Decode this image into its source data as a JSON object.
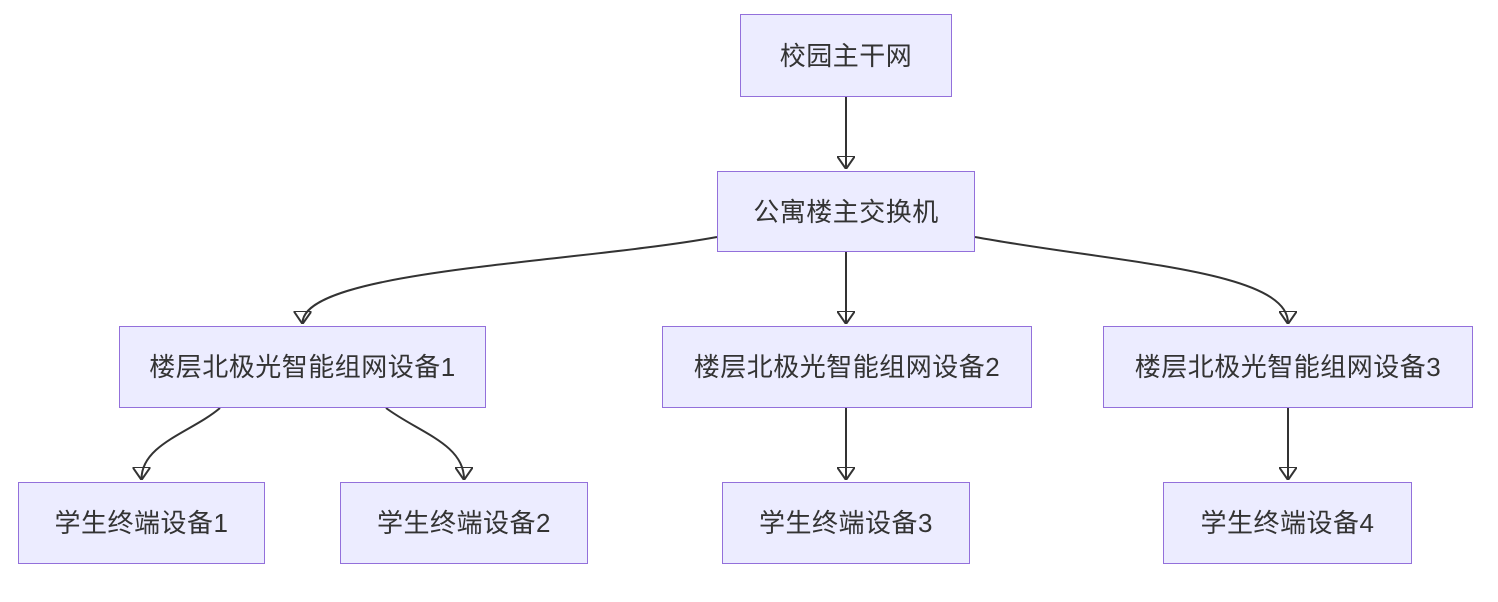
{
  "diagram": {
    "type": "flowchart",
    "direction": "top-down",
    "colors": {
      "node_fill": "#ECECFF",
      "node_border": "#9370DB",
      "edge": "#333333",
      "text": "#333333",
      "background": "#ffffff"
    },
    "nodes": [
      {
        "id": "campus-backbone",
        "label": "校园主干网"
      },
      {
        "id": "main-switch",
        "label": "公寓楼主交换机"
      },
      {
        "id": "floor-device-1",
        "label": "楼层北极光智能组网设备1"
      },
      {
        "id": "floor-device-2",
        "label": "楼层北极光智能组网设备2"
      },
      {
        "id": "floor-device-3",
        "label": "楼层北极光智能组网设备3"
      },
      {
        "id": "student-terminal-1",
        "label": "学生终端设备1"
      },
      {
        "id": "student-terminal-2",
        "label": "学生终端设备2"
      },
      {
        "id": "student-terminal-3",
        "label": "学生终端设备3"
      },
      {
        "id": "student-terminal-4",
        "label": "学生终端设备4"
      }
    ],
    "edges": [
      {
        "from": "campus-backbone",
        "to": "main-switch"
      },
      {
        "from": "main-switch",
        "to": "floor-device-1"
      },
      {
        "from": "main-switch",
        "to": "floor-device-2"
      },
      {
        "from": "main-switch",
        "to": "floor-device-3"
      },
      {
        "from": "floor-device-1",
        "to": "student-terminal-1"
      },
      {
        "from": "floor-device-1",
        "to": "student-terminal-2"
      },
      {
        "from": "floor-device-2",
        "to": "student-terminal-3"
      },
      {
        "from": "floor-device-3",
        "to": "student-terminal-4"
      }
    ]
  }
}
